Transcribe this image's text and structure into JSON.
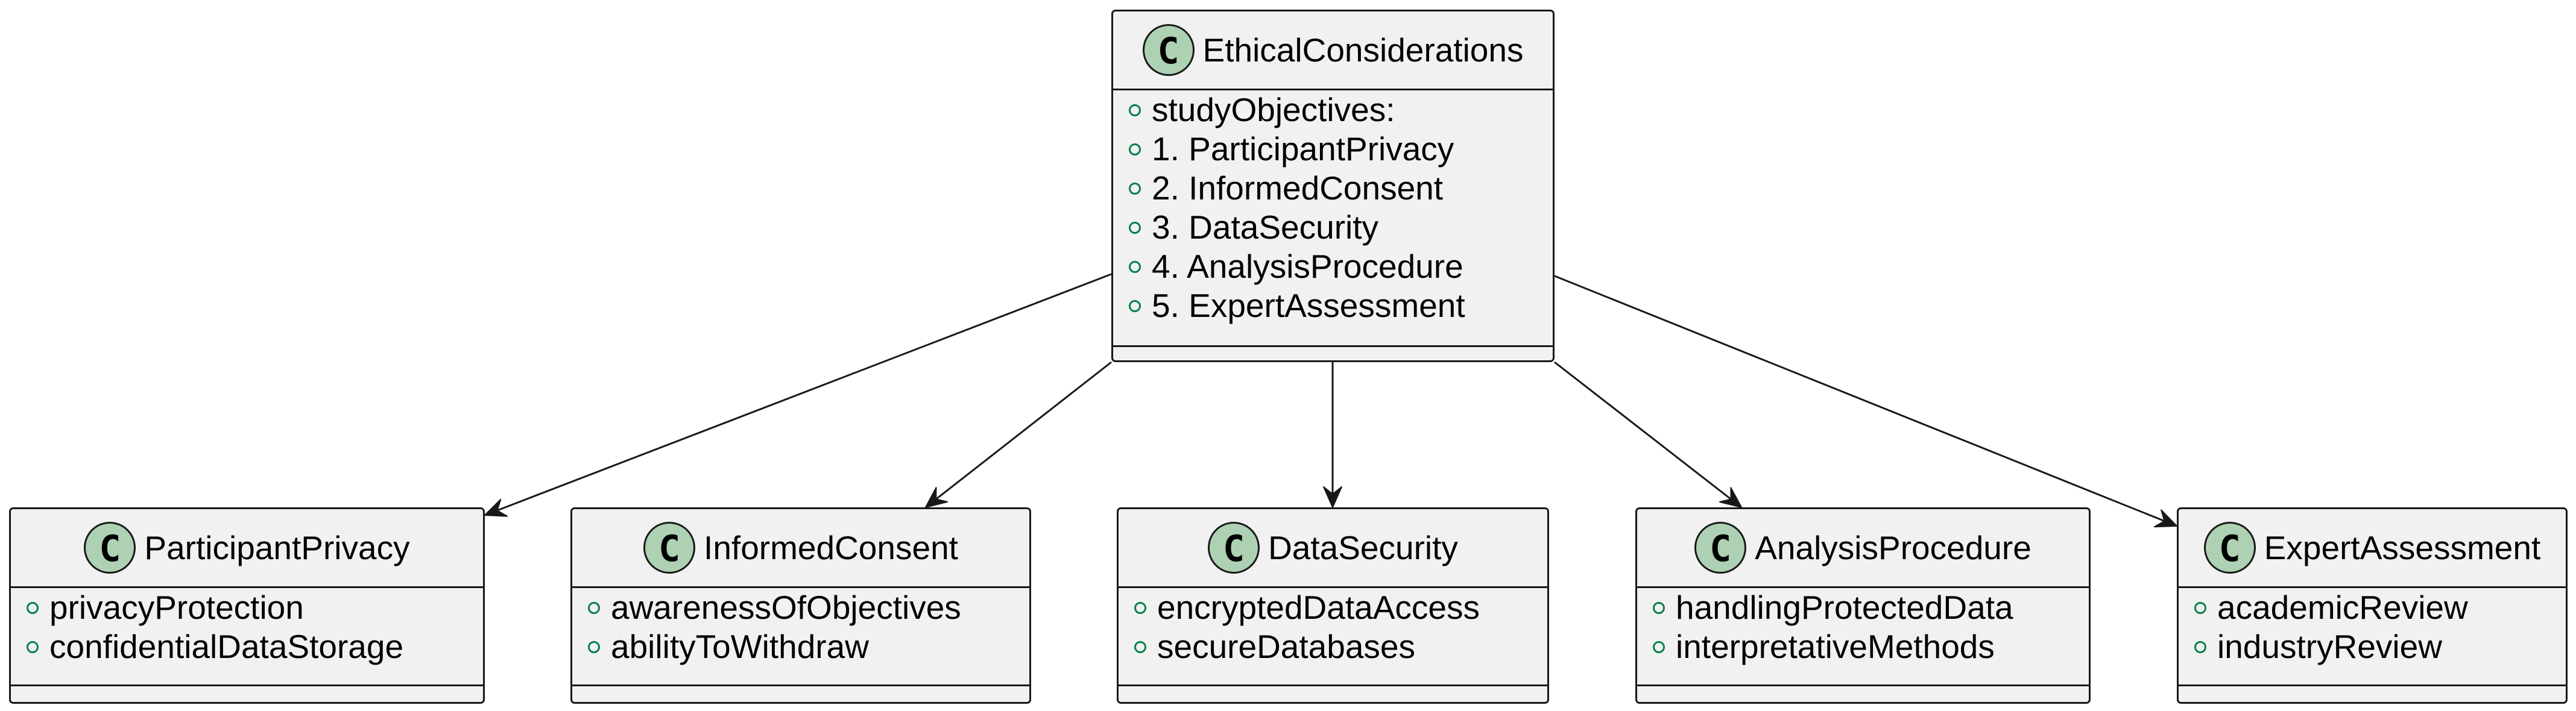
{
  "diagram": {
    "stereotype_letter": "C",
    "colors": {
      "class_fill": "#f1f1f1",
      "border": "#181818",
      "badge_fill": "#add1b2",
      "visibility_public": "#038048",
      "arrow": "#181818"
    },
    "root": {
      "name": "EthicalConsiderations",
      "attributes": [
        "studyObjectives:",
        "1. ParticipantPrivacy",
        "2. InformedConsent",
        "3. DataSecurity",
        "4. AnalysisProcedure",
        "5. ExpertAssessment"
      ]
    },
    "children": [
      {
        "name": "ParticipantPrivacy",
        "attributes": [
          "privacyProtection",
          "confidentialDataStorage"
        ]
      },
      {
        "name": "InformedConsent",
        "attributes": [
          "awarenessOfObjectives",
          "abilityToWithdraw"
        ]
      },
      {
        "name": "DataSecurity",
        "attributes": [
          "encryptedDataAccess",
          "secureDatabases"
        ]
      },
      {
        "name": "AnalysisProcedure",
        "attributes": [
          "handlingProtectedData",
          "interpretativeMethods"
        ]
      },
      {
        "name": "ExpertAssessment",
        "attributes": [
          "academicReview",
          "industryReview"
        ]
      }
    ],
    "relations": [
      {
        "from": "EthicalConsiderations",
        "to": "ParticipantPrivacy",
        "type": "association-arrow"
      },
      {
        "from": "EthicalConsiderations",
        "to": "InformedConsent",
        "type": "association-arrow"
      },
      {
        "from": "EthicalConsiderations",
        "to": "DataSecurity",
        "type": "association-arrow"
      },
      {
        "from": "EthicalConsiderations",
        "to": "AnalysisProcedure",
        "type": "association-arrow"
      },
      {
        "from": "EthicalConsiderations",
        "to": "ExpertAssessment",
        "type": "association-arrow"
      }
    ]
  }
}
